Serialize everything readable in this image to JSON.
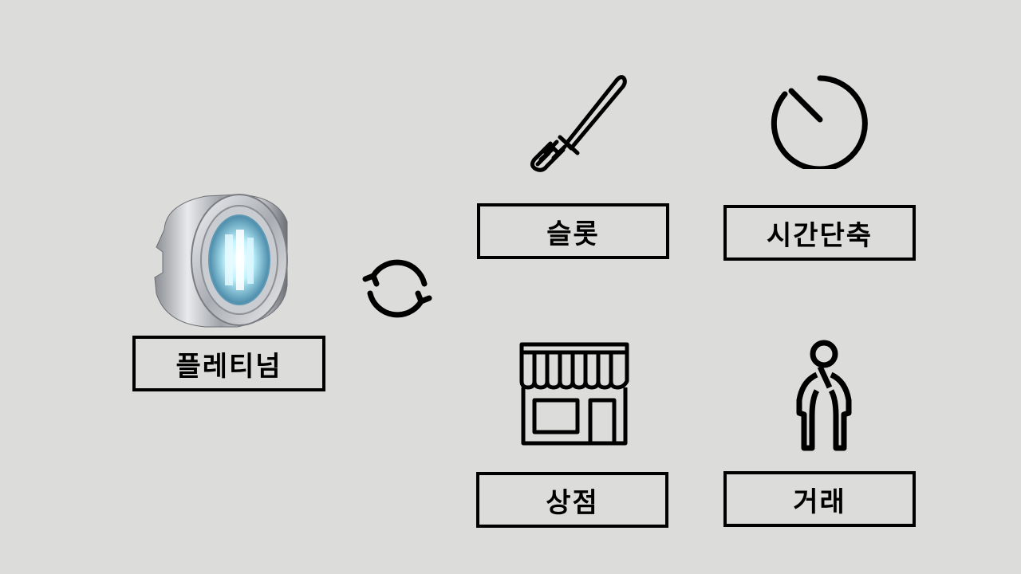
{
  "item": {
    "label": "플레티넘",
    "icon": "platinum-cylinder-icon"
  },
  "exchange_icon": "sync-arrows-icon",
  "options": [
    {
      "key": "slot",
      "label": "슬롯",
      "icon": "sword-icon"
    },
    {
      "key": "time",
      "label": "시간단축",
      "icon": "timer-icon"
    },
    {
      "key": "shop",
      "label": "상점",
      "icon": "storefront-icon"
    },
    {
      "key": "trade",
      "label": "거래",
      "icon": "person-icon"
    }
  ]
}
